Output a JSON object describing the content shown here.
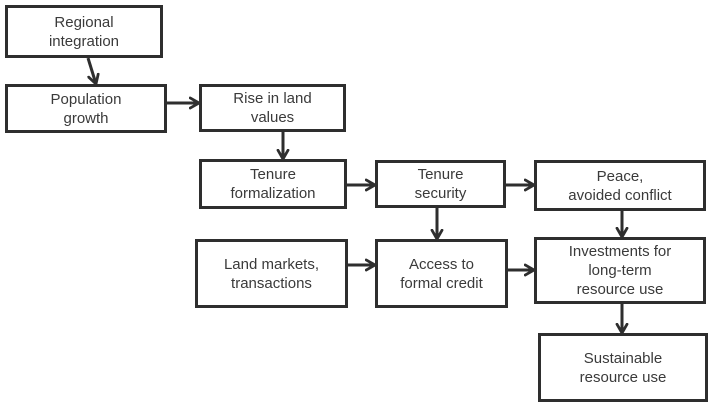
{
  "diagram": {
    "nodes": {
      "regional_integration": "Regional\nintegration",
      "population_growth": "Population\ngrowth",
      "rise_in_land_values": "Rise in land\nvalues",
      "tenure_formalization": "Tenure\nformalization",
      "tenure_security": "Tenure\nsecurity",
      "peace_avoided_conflict": "Peace,\navoided conflict",
      "land_markets": "Land markets,\ntransactions",
      "access_to_credit": "Access to\nformal credit",
      "investments": "Investments for\nlong-term\nresource use",
      "sustainable_resource_use": "Sustainable\nresource use"
    },
    "edges": [
      [
        "regional_integration",
        "population_growth"
      ],
      [
        "population_growth",
        "rise_in_land_values"
      ],
      [
        "rise_in_land_values",
        "tenure_formalization"
      ],
      [
        "tenure_formalization",
        "tenure_security"
      ],
      [
        "tenure_security",
        "peace_avoided_conflict"
      ],
      [
        "tenure_security",
        "access_to_credit"
      ],
      [
        "land_markets",
        "access_to_credit"
      ],
      [
        "access_to_credit",
        "investments"
      ],
      [
        "peace_avoided_conflict",
        "investments"
      ],
      [
        "investments",
        "sustainable_resource_use"
      ]
    ],
    "colors": {
      "stroke": "#2e2e2e",
      "text": "#3a3a3a",
      "background": "#ffffff"
    }
  }
}
